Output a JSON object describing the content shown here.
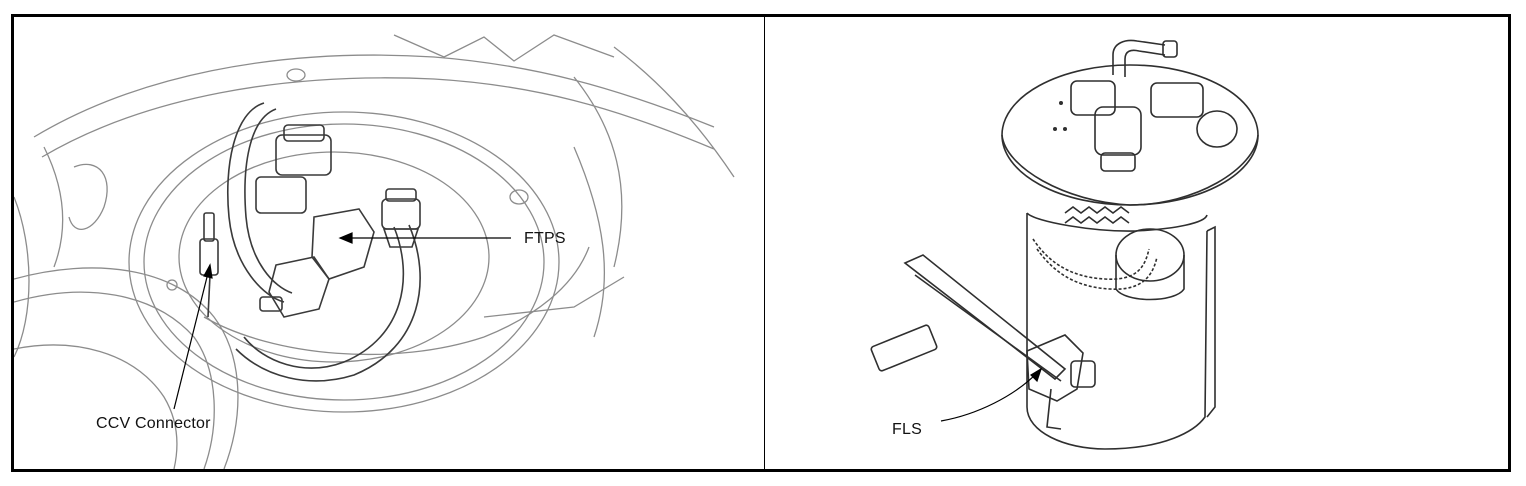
{
  "labels": {
    "ccv_connector": "CCV Connector",
    "ftps": "FTPS",
    "fls": "FLS"
  },
  "colors": {
    "line": "#000000",
    "sketch": "#9a9a9a",
    "background": "#ffffff"
  }
}
